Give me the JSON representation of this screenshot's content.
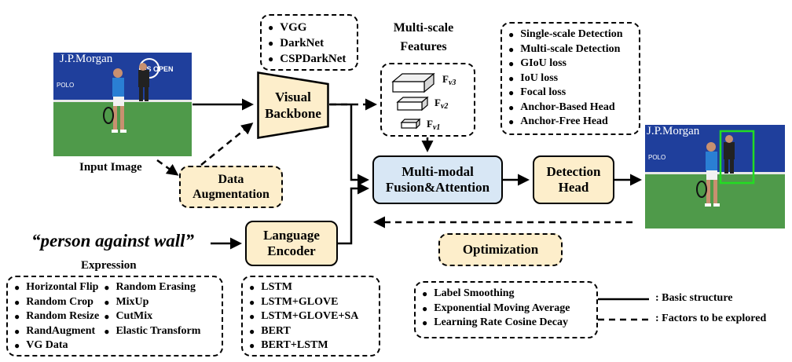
{
  "input_image_label": "Input Image",
  "visual_backbone": {
    "line1": "Visual",
    "line2": "Backbone"
  },
  "backbone_options": [
    "VGG",
    "DarkNet",
    "CSPDarkNet"
  ],
  "data_augmentation": {
    "line1": "Data",
    "line2": "Augmentation"
  },
  "multi_scale_features": {
    "title_line1": "Multi-scale",
    "title_line2": "Features",
    "f3": "F",
    "f3_sub": "v3",
    "f2": "F",
    "f2_sub": "v2",
    "f1": "F",
    "f1_sub": "v1"
  },
  "detection_options": [
    "Single-scale Detection",
    "Multi-scale Detection",
    "GIoU loss",
    "IoU loss",
    "Focal loss",
    "Anchor-Based Head",
    "Anchor-Free Head"
  ],
  "fusion": {
    "line1": "Multi-modal",
    "line2": "Fusion&Attention"
  },
  "detection_head": {
    "line1": "Detection",
    "line2": "Head"
  },
  "expression": {
    "quote": "“person against wall”",
    "label": "Expression"
  },
  "language_encoder": {
    "line1": "Language",
    "line2": "Encoder"
  },
  "optimization": "Optimization",
  "augmentation_options_col1": [
    "Horizontal Flip",
    "Random Crop",
    "Random Resize",
    "RandAugment",
    "VG Data"
  ],
  "augmentation_options_col2": [
    "Random Erasing",
    "MixUp",
    "CutMix",
    "Elastic Transform"
  ],
  "encoder_options": [
    "LSTM",
    "LSTM+GLOVE",
    "LSTM+GLOVE+SA",
    "BERT",
    "BERT+LSTM"
  ],
  "optimization_options": [
    "Label Smoothing",
    "Exponential Moving Average",
    "Learning Rate Cosine Decay"
  ],
  "legend": {
    "solid": ": Basic structure",
    "dashed": ": Factors to be explored"
  },
  "photo_text": {
    "sign1": "J.P.Morgan",
    "sign2": "US OPEN",
    "sign3": "POLO"
  },
  "colors": {
    "box_yellow": "#fdeecb",
    "box_blue": "#d8e7f5",
    "wall": "#1f3f9c",
    "court": "#4f9a4a",
    "bbox": "#22dd22"
  }
}
